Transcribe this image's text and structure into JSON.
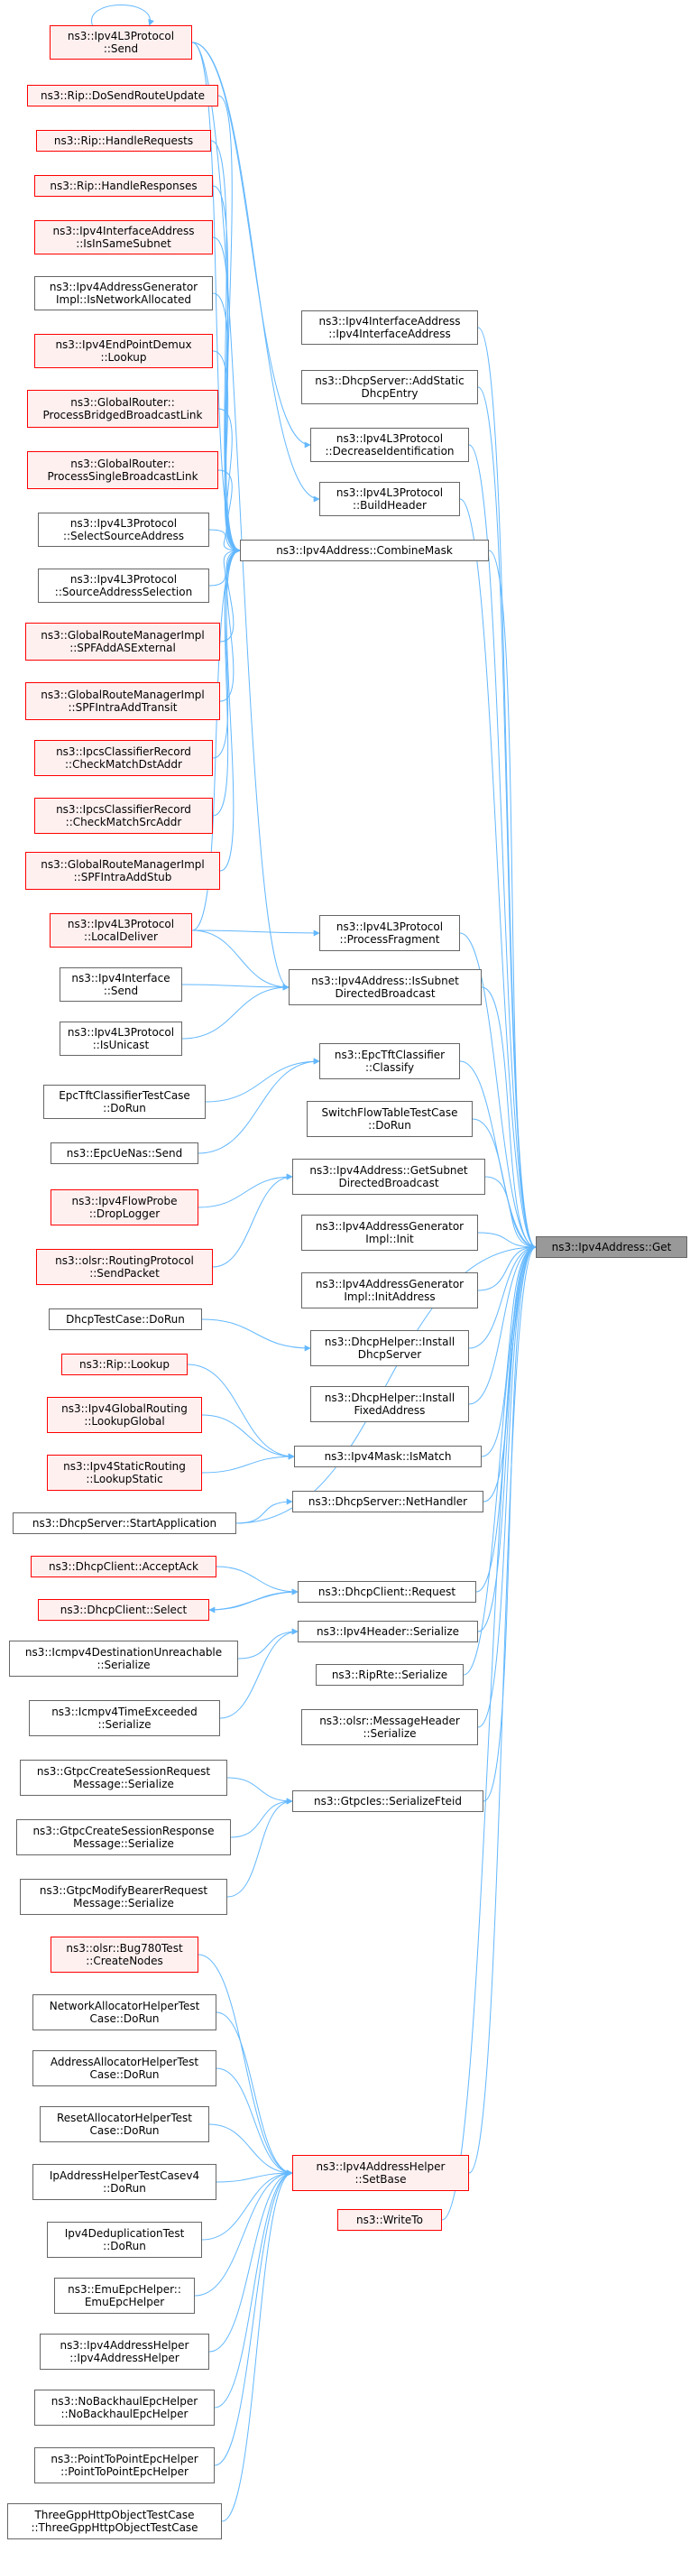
{
  "graph": {
    "colors": {
      "edge": "#63b8ff",
      "box_border": "#666666",
      "incomplete_border": "#ff0000",
      "incomplete_fill": "#fff0f0",
      "focus_fill": "#999999"
    },
    "nodes": [
      {
        "id": "ipv4address-get",
        "lines": [
          "ns3::Ipv4Address::Get"
        ],
        "style": "focus"
      },
      {
        "id": "ipv4l3protocol-send",
        "lines": [
          "ns3::Ipv4L3Protocol",
          "::Send"
        ],
        "style": "red"
      },
      {
        "id": "rip-dosendrouteupdate",
        "lines": [
          "ns3::Rip::DoSendRouteUpdate"
        ],
        "style": "red"
      },
      {
        "id": "rip-handlerequests",
        "lines": [
          "ns3::Rip::HandleRequests"
        ],
        "style": "red"
      },
      {
        "id": "rip-handleresponses",
        "lines": [
          "ns3::Rip::HandleResponses"
        ],
        "style": "red"
      },
      {
        "id": "ipv4interfaceaddress-isinsamesubnet",
        "lines": [
          "ns3::Ipv4InterfaceAddress",
          "::IsInSameSubnet"
        ],
        "style": "red"
      },
      {
        "id": "ipv4addressgeneratorimpl-isnetworkallocated",
        "lines": [
          "ns3::Ipv4AddressGenerator",
          "Impl::IsNetworkAllocated"
        ],
        "style": "normal"
      },
      {
        "id": "ipv4endpointdemux-lookup",
        "lines": [
          "ns3::Ipv4EndPointDemux",
          "::Lookup"
        ],
        "style": "red"
      },
      {
        "id": "globalrouter-processbridgedbroadcastlink",
        "lines": [
          "ns3::GlobalRouter::",
          "ProcessBridgedBroadcastLink"
        ],
        "style": "red"
      },
      {
        "id": "globalrouter-processsinglebroadcastlink",
        "lines": [
          "ns3::GlobalRouter::",
          "ProcessSingleBroadcastLink"
        ],
        "style": "red"
      },
      {
        "id": "ipv4l3protocol-selectsourceaddress",
        "lines": [
          "ns3::Ipv4L3Protocol",
          "::SelectSourceAddress"
        ],
        "style": "normal"
      },
      {
        "id": "ipv4l3protocol-sourceaddressselection",
        "lines": [
          "ns3::Ipv4L3Protocol",
          "::SourceAddressSelection"
        ],
        "style": "normal"
      },
      {
        "id": "globalroutemanagerimpl-spfaddasexternal",
        "lines": [
          "ns3::GlobalRouteManagerImpl",
          "::SPFAddASExternal"
        ],
        "style": "red"
      },
      {
        "id": "globalroutemanagerimpl-spfintraaddtransit",
        "lines": [
          "ns3::GlobalRouteManagerImpl",
          "::SPFIntraAddTransit"
        ],
        "style": "red"
      },
      {
        "id": "ipcsclassifierrecord-checkmatchdstaddr",
        "lines": [
          "ns3::IpcsClassifierRecord",
          "::CheckMatchDstAddr"
        ],
        "style": "red"
      },
      {
        "id": "ipcsclassifierrecord-checkmatchsrcaddr",
        "lines": [
          "ns3::IpcsClassifierRecord",
          "::CheckMatchSrcAddr"
        ],
        "style": "red"
      },
      {
        "id": "globalroutemanagerimpl-spfintraaddstub",
        "lines": [
          "ns3::GlobalRouteManagerImpl",
          "::SPFIntraAddStub"
        ],
        "style": "red"
      },
      {
        "id": "ipv4l3protocol-localdeliver",
        "lines": [
          "ns3::Ipv4L3Protocol",
          "::LocalDeliver"
        ],
        "style": "red"
      },
      {
        "id": "ipv4interface-send",
        "lines": [
          "ns3::Ipv4Interface",
          "::Send"
        ],
        "style": "normal"
      },
      {
        "id": "ipv4l3protocol-isunicast",
        "lines": [
          "ns3::Ipv4L3Protocol",
          "::IsUnicast"
        ],
        "style": "normal"
      },
      {
        "id": "epctftclassifiertestcase-dorun",
        "lines": [
          "EpcTftClassifierTestCase",
          "::DoRun"
        ],
        "style": "normal"
      },
      {
        "id": "epcuenas-send",
        "lines": [
          "ns3::EpcUeNas::Send"
        ],
        "style": "normal"
      },
      {
        "id": "ipv4flowprobe-droplogger",
        "lines": [
          "ns3::Ipv4FlowProbe",
          "::DropLogger"
        ],
        "style": "red"
      },
      {
        "id": "olsr-routingprotocol-sendpacket",
        "lines": [
          "ns3::olsr::RoutingProtocol",
          "::SendPacket"
        ],
        "style": "red"
      },
      {
        "id": "dhcptestcase-dorun",
        "lines": [
          "DhcpTestCase::DoRun"
        ],
        "style": "normal"
      },
      {
        "id": "rip-lookup",
        "lines": [
          "ns3::Rip::Lookup"
        ],
        "style": "red"
      },
      {
        "id": "ipv4globalrouting-lookupglobal",
        "lines": [
          "ns3::Ipv4GlobalRouting",
          "::LookupGlobal"
        ],
        "style": "red"
      },
      {
        "id": "ipv4staticrouting-lookupstatic",
        "lines": [
          "ns3::Ipv4StaticRouting",
          "::LookupStatic"
        ],
        "style": "red"
      },
      {
        "id": "dhcpserver-startapplication",
        "lines": [
          "ns3::DhcpServer::StartApplication"
        ],
        "style": "normal"
      },
      {
        "id": "dhcpclient-acceptack",
        "lines": [
          "ns3::DhcpClient::AcceptAck"
        ],
        "style": "red"
      },
      {
        "id": "dhcpclient-select",
        "lines": [
          "ns3::DhcpClient::Select"
        ],
        "style": "red"
      },
      {
        "id": "icmpv4destinationunreachable-serialize",
        "lines": [
          "ns3::Icmpv4DestinationUnreachable",
          "::Serialize"
        ],
        "style": "normal"
      },
      {
        "id": "icmpv4timeexceeded-serialize",
        "lines": [
          "ns3::Icmpv4TimeExceeded",
          "::Serialize"
        ],
        "style": "normal"
      },
      {
        "id": "gtpccreatesessionrequestmessage-serialize",
        "lines": [
          "ns3::GtpcCreateSessionRequest",
          "Message::Serialize"
        ],
        "style": "normal"
      },
      {
        "id": "gtpccreatesessionresponsemessage-serialize",
        "lines": [
          "ns3::GtpcCreateSessionResponse",
          "Message::Serialize"
        ],
        "style": "normal"
      },
      {
        "id": "gtpcmodifybearerrequestmessage-serialize",
        "lines": [
          "ns3::GtpcModifyBearerRequest",
          "Message::Serialize"
        ],
        "style": "normal"
      },
      {
        "id": "olsr-bug780test-createnodes",
        "lines": [
          "ns3::olsr::Bug780Test",
          "::CreateNodes"
        ],
        "style": "red"
      },
      {
        "id": "networkallocatorhelpertestcase-dorun",
        "lines": [
          "NetworkAllocatorHelperTest",
          "Case::DoRun"
        ],
        "style": "normal"
      },
      {
        "id": "addressallocatorhelpertestcase-dorun",
        "lines": [
          "AddressAllocatorHelperTest",
          "Case::DoRun"
        ],
        "style": "normal"
      },
      {
        "id": "resetallocatorhelpertestcase-dorun",
        "lines": [
          "ResetAllocatorHelperTest",
          "Case::DoRun"
        ],
        "style": "normal"
      },
      {
        "id": "ipaddresshelpertestcasev4-dorun",
        "lines": [
          "IpAddressHelperTestCasev4",
          "::DoRun"
        ],
        "style": "normal"
      },
      {
        "id": "ipv4deduplicationtest-dorun",
        "lines": [
          "Ipv4DeduplicationTest",
          "::DoRun"
        ],
        "style": "normal"
      },
      {
        "id": "emuepchelper-emuepchelper",
        "lines": [
          "ns3::EmuEpcHelper::",
          "EmuEpcHelper"
        ],
        "style": "normal"
      },
      {
        "id": "ipv4addresshelper-ipv4addresshelper",
        "lines": [
          "ns3::Ipv4AddressHelper",
          "::Ipv4AddressHelper"
        ],
        "style": "normal"
      },
      {
        "id": "nobackhaulepchelper-nobackhaulepchelper",
        "lines": [
          "ns3::NoBackhaulEpcHelper",
          "::NoBackhaulEpcHelper"
        ],
        "style": "normal"
      },
      {
        "id": "pointtopointepchelper-pointtopointepchelper",
        "lines": [
          "ns3::PointToPointEpcHelper",
          "::PointToPointEpcHelper"
        ],
        "style": "normal"
      },
      {
        "id": "threegpphttpobjecttestcase-threegpphttpobjecttestcase",
        "lines": [
          "ThreeGppHttpObjectTestCase",
          "::ThreeGppHttpObjectTestCase"
        ],
        "style": "normal"
      },
      {
        "id": "ipv4interfaceaddress-ipv4interfaceaddress",
        "lines": [
          "ns3::Ipv4InterfaceAddress",
          "::Ipv4InterfaceAddress"
        ],
        "style": "normal"
      },
      {
        "id": "dhcpserver-addstaticdhcpentry",
        "lines": [
          "ns3::DhcpServer::AddStatic",
          "DhcpEntry"
        ],
        "style": "normal"
      },
      {
        "id": "ipv4l3protocol-decreaseidentification",
        "lines": [
          "ns3::Ipv4L3Protocol",
          "::DecreaseIdentification"
        ],
        "style": "normal"
      },
      {
        "id": "ipv4l3protocol-buildheader",
        "lines": [
          "ns3::Ipv4L3Protocol",
          "::BuildHeader"
        ],
        "style": "normal"
      },
      {
        "id": "ipv4address-combinemask",
        "lines": [
          "ns3::Ipv4Address::CombineMask"
        ],
        "style": "normal"
      },
      {
        "id": "ipv4l3protocol-processfragment",
        "lines": [
          "ns3::Ipv4L3Protocol",
          "::ProcessFragment"
        ],
        "style": "normal"
      },
      {
        "id": "ipv4address-issubnetdirectedbroadcast",
        "lines": [
          "ns3::Ipv4Address::IsSubnet",
          "DirectedBroadcast"
        ],
        "style": "normal"
      },
      {
        "id": "epctftclassifier-classify",
        "lines": [
          "ns3::EpcTftClassifier",
          "::Classify"
        ],
        "style": "normal"
      },
      {
        "id": "switchflowtabletestcase-dorun",
        "lines": [
          "SwitchFlowTableTestCase",
          "::DoRun"
        ],
        "style": "normal"
      },
      {
        "id": "ipv4address-getsubnetdirectedbroadcast",
        "lines": [
          "ns3::Ipv4Address::GetSubnet",
          "DirectedBroadcast"
        ],
        "style": "normal"
      },
      {
        "id": "ipv4addressgeneratorimpl-init",
        "lines": [
          "ns3::Ipv4AddressGenerator",
          "Impl::Init"
        ],
        "style": "normal"
      },
      {
        "id": "ipv4addressgeneratorimpl-initaddress",
        "lines": [
          "ns3::Ipv4AddressGenerator",
          "Impl::InitAddress"
        ],
        "style": "normal"
      },
      {
        "id": "dhcphelper-installdhcpserver",
        "lines": [
          "ns3::DhcpHelper::Install",
          "DhcpServer"
        ],
        "style": "normal"
      },
      {
        "id": "dhcphelper-installfixedaddress",
        "lines": [
          "ns3::DhcpHelper::Install",
          "FixedAddress"
        ],
        "style": "normal"
      },
      {
        "id": "ipv4mask-ismatch",
        "lines": [
          "ns3::Ipv4Mask::IsMatch"
        ],
        "style": "normal"
      },
      {
        "id": "dhcpserver-nethandler",
        "lines": [
          "ns3::DhcpServer::NetHandler"
        ],
        "style": "normal"
      },
      {
        "id": "dhcpclient-request",
        "lines": [
          "ns3::DhcpClient::Request"
        ],
        "style": "normal"
      },
      {
        "id": "ipv4header-serialize",
        "lines": [
          "ns3::Ipv4Header::Serialize"
        ],
        "style": "normal"
      },
      {
        "id": "riprte-serialize",
        "lines": [
          "ns3::RipRte::Serialize"
        ],
        "style": "normal"
      },
      {
        "id": "olsr-messageheader-serialize",
        "lines": [
          "ns3::olsr::MessageHeader",
          "::Serialize"
        ],
        "style": "normal"
      },
      {
        "id": "gtpcies-serializefteid",
        "lines": [
          "ns3::GtpcIes::SerializeFteid"
        ],
        "style": "normal"
      },
      {
        "id": "ipv4addresshelper-setbase",
        "lines": [
          "ns3::Ipv4AddressHelper",
          "::SetBase"
        ],
        "style": "red"
      },
      {
        "id": "writeto",
        "lines": [
          "ns3::WriteTo"
        ],
        "style": "red"
      }
    ],
    "edges": [
      [
        "ipv4l3protocol-send",
        "ipv4l3protocol-send"
      ],
      [
        "ipv4l3protocol-send",
        "ipv4l3protocol-decreaseidentification"
      ],
      [
        "ipv4l3protocol-send",
        "ipv4l3protocol-buildheader"
      ],
      [
        "ipv4l3protocol-send",
        "ipv4address-combinemask"
      ],
      [
        "ipv4l3protocol-send",
        "ipv4address-issubnetdirectedbroadcast"
      ],
      [
        "rip-dosendrouteupdate",
        "ipv4address-combinemask"
      ],
      [
        "rip-handlerequests",
        "ipv4address-combinemask"
      ],
      [
        "rip-handleresponses",
        "ipv4address-combinemask"
      ],
      [
        "ipv4interfaceaddress-isinsamesubnet",
        "ipv4address-combinemask"
      ],
      [
        "ipv4addressgeneratorimpl-isnetworkallocated",
        "ipv4address-combinemask"
      ],
      [
        "ipv4endpointdemux-lookup",
        "ipv4address-combinemask"
      ],
      [
        "globalrouter-processbridgedbroadcastlink",
        "ipv4address-combinemask"
      ],
      [
        "globalrouter-processsinglebroadcastlink",
        "ipv4address-combinemask"
      ],
      [
        "ipv4l3protocol-selectsourceaddress",
        "ipv4address-combinemask"
      ],
      [
        "ipv4l3protocol-sourceaddressselection",
        "ipv4address-combinemask"
      ],
      [
        "globalroutemanagerimpl-spfaddasexternal",
        "ipv4address-combinemask"
      ],
      [
        "globalroutemanagerimpl-spfintraaddtransit",
        "ipv4address-combinemask"
      ],
      [
        "ipcsclassifierrecord-checkmatchdstaddr",
        "ipv4address-combinemask"
      ],
      [
        "ipcsclassifierrecord-checkmatchsrcaddr",
        "ipv4address-combinemask"
      ],
      [
        "globalroutemanagerimpl-spfintraaddstub",
        "ipv4address-combinemask"
      ],
      [
        "ipv4l3protocol-localdeliver",
        "ipv4address-combinemask"
      ],
      [
        "ipv4l3protocol-localdeliver",
        "ipv4l3protocol-processfragment"
      ],
      [
        "ipv4l3protocol-localdeliver",
        "ipv4address-issubnetdirectedbroadcast"
      ],
      [
        "ipv4interface-send",
        "ipv4address-issubnetdirectedbroadcast"
      ],
      [
        "ipv4l3protocol-isunicast",
        "ipv4address-issubnetdirectedbroadcast"
      ],
      [
        "epctftclassifiertestcase-dorun",
        "epctftclassifier-classify"
      ],
      [
        "epcuenas-send",
        "epctftclassifier-classify"
      ],
      [
        "ipv4flowprobe-droplogger",
        "ipv4address-getsubnetdirectedbroadcast"
      ],
      [
        "olsr-routingprotocol-sendpacket",
        "ipv4address-getsubnetdirectedbroadcast"
      ],
      [
        "dhcptestcase-dorun",
        "dhcphelper-installdhcpserver"
      ],
      [
        "rip-lookup",
        "ipv4mask-ismatch"
      ],
      [
        "ipv4globalrouting-lookupglobal",
        "ipv4mask-ismatch"
      ],
      [
        "ipv4staticrouting-lookupstatic",
        "ipv4mask-ismatch"
      ],
      [
        "dhcpserver-startapplication",
        "dhcpserver-nethandler"
      ],
      [
        "dhcpserver-startapplication",
        "ipv4address-get"
      ],
      [
        "dhcpclient-acceptack",
        "dhcpclient-request"
      ],
      [
        "dhcpclient-select",
        "dhcpclient-request"
      ],
      [
        "dhcpclient-request",
        "dhcpclient-select"
      ],
      [
        "icmpv4destinationunreachable-serialize",
        "ipv4header-serialize"
      ],
      [
        "icmpv4timeexceeded-serialize",
        "ipv4header-serialize"
      ],
      [
        "gtpccreatesessionrequestmessage-serialize",
        "gtpcies-serializefteid"
      ],
      [
        "gtpccreatesessionresponsemessage-serialize",
        "gtpcies-serializefteid"
      ],
      [
        "gtpcmodifybearerrequestmessage-serialize",
        "gtpcies-serializefteid"
      ],
      [
        "olsr-bug780test-createnodes",
        "ipv4addresshelper-setbase"
      ],
      [
        "networkallocatorhelpertestcase-dorun",
        "ipv4addresshelper-setbase"
      ],
      [
        "addressallocatorhelpertestcase-dorun",
        "ipv4addresshelper-setbase"
      ],
      [
        "resetallocatorhelpertestcase-dorun",
        "ipv4addresshelper-setbase"
      ],
      [
        "ipaddresshelpertestcasev4-dorun",
        "ipv4addresshelper-setbase"
      ],
      [
        "ipv4deduplicationtest-dorun",
        "ipv4addresshelper-setbase"
      ],
      [
        "emuepchelper-emuepchelper",
        "ipv4addresshelper-setbase"
      ],
      [
        "ipv4addresshelper-ipv4addresshelper",
        "ipv4addresshelper-setbase"
      ],
      [
        "nobackhaulepchelper-nobackhaulepchelper",
        "ipv4addresshelper-setbase"
      ],
      [
        "pointtopointepchelper-pointtopointepchelper",
        "ipv4addresshelper-setbase"
      ],
      [
        "threegpphttpobjecttestcase-threegpphttpobjecttestcase",
        "ipv4addresshelper-setbase"
      ],
      [
        "ipv4interfaceaddress-ipv4interfaceaddress",
        "ipv4address-get"
      ],
      [
        "dhcpserver-addstaticdhcpentry",
        "ipv4address-get"
      ],
      [
        "ipv4l3protocol-decreaseidentification",
        "ipv4address-get"
      ],
      [
        "ipv4l3protocol-buildheader",
        "ipv4address-get"
      ],
      [
        "ipv4address-combinemask",
        "ipv4address-get"
      ],
      [
        "ipv4l3protocol-processfragment",
        "ipv4address-get"
      ],
      [
        "ipv4address-issubnetdirectedbroadcast",
        "ipv4address-get"
      ],
      [
        "epctftclassifier-classify",
        "ipv4address-get"
      ],
      [
        "switchflowtabletestcase-dorun",
        "ipv4address-get"
      ],
      [
        "ipv4address-getsubnetdirectedbroadcast",
        "ipv4address-get"
      ],
      [
        "ipv4addressgeneratorimpl-init",
        "ipv4address-get"
      ],
      [
        "ipv4addressgeneratorimpl-initaddress",
        "ipv4address-get"
      ],
      [
        "dhcphelper-installdhcpserver",
        "ipv4address-get"
      ],
      [
        "dhcphelper-installfixedaddress",
        "ipv4address-get"
      ],
      [
        "ipv4mask-ismatch",
        "ipv4address-get"
      ],
      [
        "dhcpserver-nethandler",
        "ipv4address-get"
      ],
      [
        "dhcpclient-request",
        "ipv4address-get"
      ],
      [
        "ipv4header-serialize",
        "ipv4address-get"
      ],
      [
        "riprte-serialize",
        "ipv4address-get"
      ],
      [
        "olsr-messageheader-serialize",
        "ipv4address-get"
      ],
      [
        "gtpcies-serializefteid",
        "ipv4address-get"
      ],
      [
        "ipv4addresshelper-setbase",
        "ipv4address-get"
      ],
      [
        "writeto",
        "ipv4address-get"
      ]
    ]
  }
}
